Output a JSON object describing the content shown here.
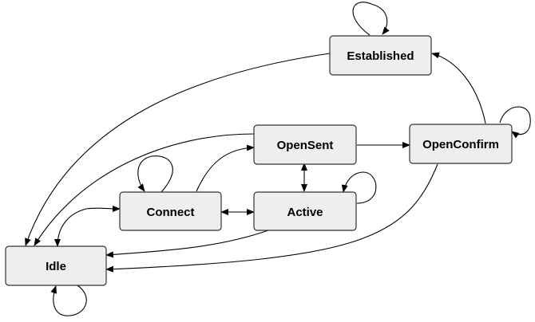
{
  "diagram": {
    "states": {
      "established": "Established",
      "opensent": "OpenSent",
      "openconfirm": "OpenConfirm",
      "connect": "Connect",
      "active": "Active",
      "idle": "Idle"
    },
    "colors": {
      "node_fill": "#eeeeee",
      "node_stroke": "#333333",
      "edge": "#000000"
    }
  }
}
